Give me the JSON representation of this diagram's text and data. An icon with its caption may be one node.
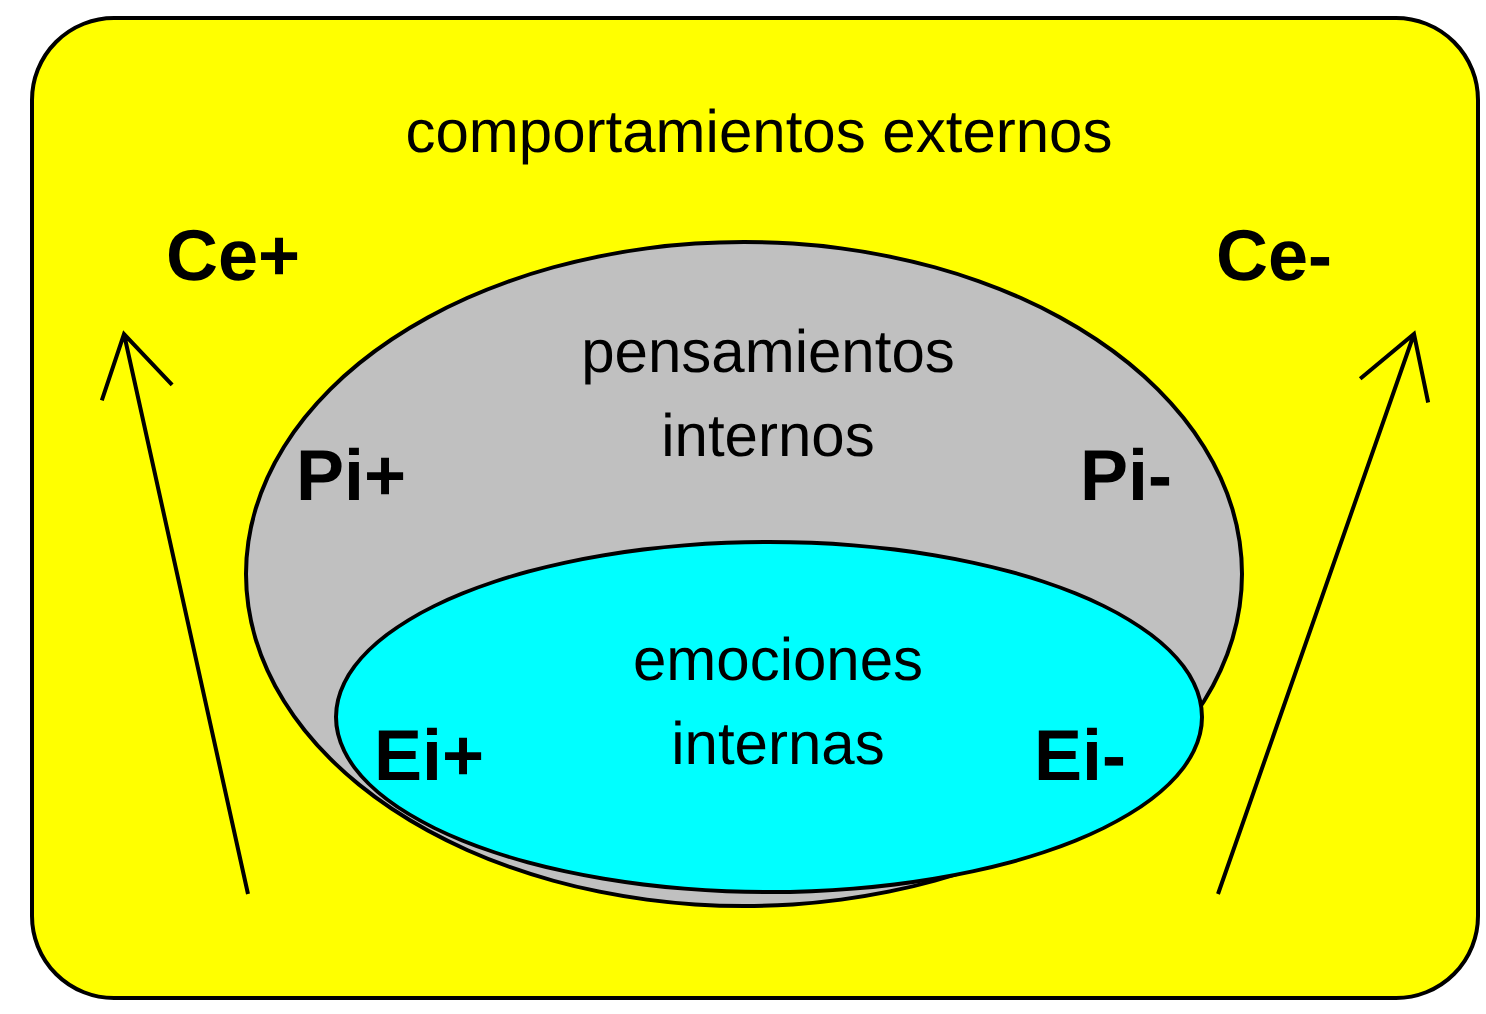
{
  "diagram": {
    "nodes": [
      {
        "text": [
          "comportamientos externos",
          "Ce+",
          "Ce-"
        ]
      },
      {
        "text": [
          "pensamientos internos",
          "Pi+",
          "Pi-"
        ],
        "in": 0
      },
      {
        "text": [
          "Ei+",
          "emociones internas",
          "Ei-"
        ],
        "in": 1
      }
    ],
    "edges": []
  }
}
